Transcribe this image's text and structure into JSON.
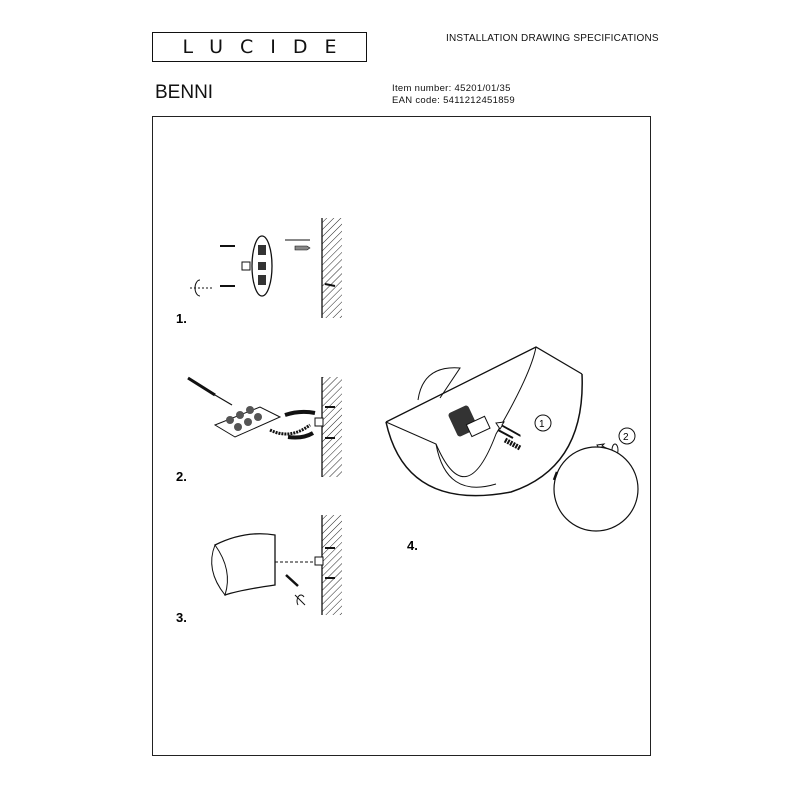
{
  "header": {
    "brand": "LUCIDE",
    "document_title": "INSTALLATION DRAWING SPECIFICATIONS",
    "product_name": "BENNI",
    "item_number_label": "Item number:",
    "item_number": "45201/01/35",
    "ean_label": "EAN code:",
    "ean": "5411212451859"
  },
  "steps": [
    {
      "label": "1."
    },
    {
      "label": "2."
    },
    {
      "label": "3."
    },
    {
      "label": "4."
    }
  ],
  "callouts": [
    "1",
    "2"
  ]
}
